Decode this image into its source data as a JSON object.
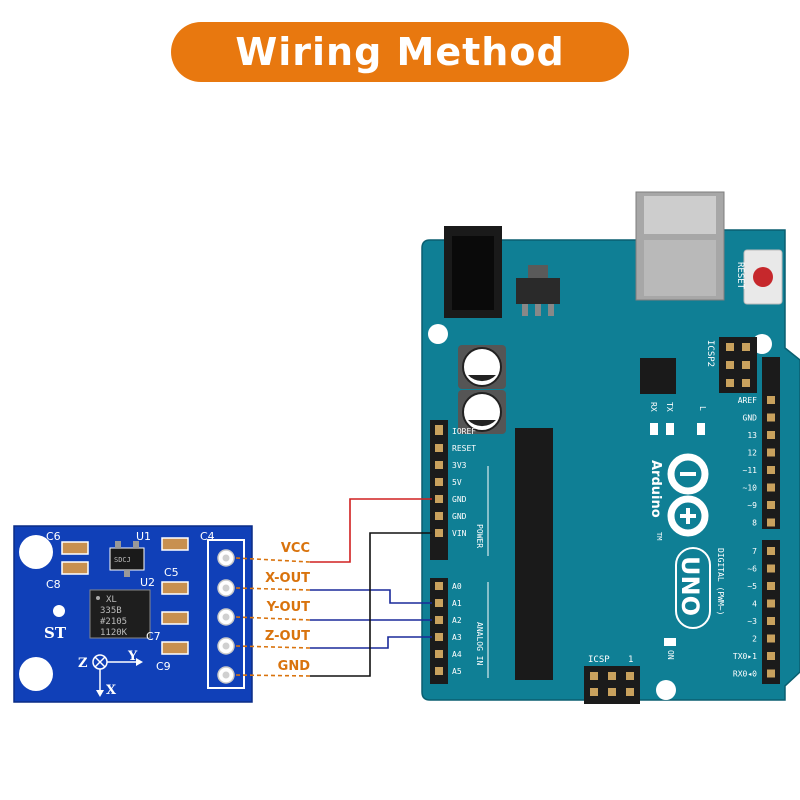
{
  "title": "Wiring Method",
  "colors": {
    "title_bg": "#e8780f",
    "arduino_board": "#0f7f95",
    "sensor_board": "#1040b8",
    "wire_label": "#d9730d",
    "vcc_wire": "#d02020",
    "signal_wire": "#1a2a9a",
    "gnd_wire": "#111111"
  },
  "sensor": {
    "components": [
      "C6",
      "U1",
      "C4",
      "C8",
      "U2",
      "C5",
      "C7",
      "C9"
    ],
    "chip_text": [
      "XL",
      "335B",
      "#2105",
      "1120K"
    ],
    "st_label": "ST",
    "axis_labels": [
      "Z",
      "Y",
      "X"
    ],
    "u1_chip": "SDCJ"
  },
  "wires": [
    {
      "label": "VCC"
    },
    {
      "label": "X-OUT"
    },
    {
      "label": "Y-OUT"
    },
    {
      "label": "Z-OUT"
    },
    {
      "label": "GND"
    }
  ],
  "arduino": {
    "reset_label": "RESET",
    "icsp2_label": "ICSP2",
    "icsp_label": "ICSP",
    "icsp_num": "1",
    "on_label": "ON",
    "led_l": "L",
    "tx": "TX",
    "rx": "RX",
    "brand": "Arduino",
    "model": "UNO",
    "tm": "TM",
    "power_header": "POWER",
    "analog_header": "ANALOG IN",
    "digital_header": "DIGITAL (PWM~)",
    "power_pins": [
      "IOREF",
      "RESET",
      "3V3",
      "5V",
      "GND",
      "GND",
      "VIN"
    ],
    "analog_pins": [
      "A0",
      "A1",
      "A2",
      "A3",
      "A4",
      "A5"
    ],
    "digital_top": [
      "AREF",
      "GND",
      "13",
      "12",
      "~11",
      "~10",
      "~9",
      "8"
    ],
    "digital_bottom": [
      "7",
      "~6",
      "~5",
      "4",
      "~3",
      "2",
      "TX0▸1",
      "RX0◂0"
    ]
  }
}
